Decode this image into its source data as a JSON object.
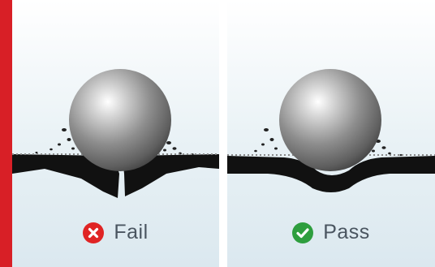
{
  "colors": {
    "accent": "#d81f26",
    "fail": "#e02424",
    "pass": "#2e9e3e",
    "membrane": "#111111",
    "label_text": "#4a5560"
  },
  "panels": [
    {
      "id": "fail",
      "label": "Fail",
      "icon": "x-circle-icon"
    },
    {
      "id": "pass",
      "label": "Pass",
      "icon": "check-circle-icon"
    }
  ]
}
